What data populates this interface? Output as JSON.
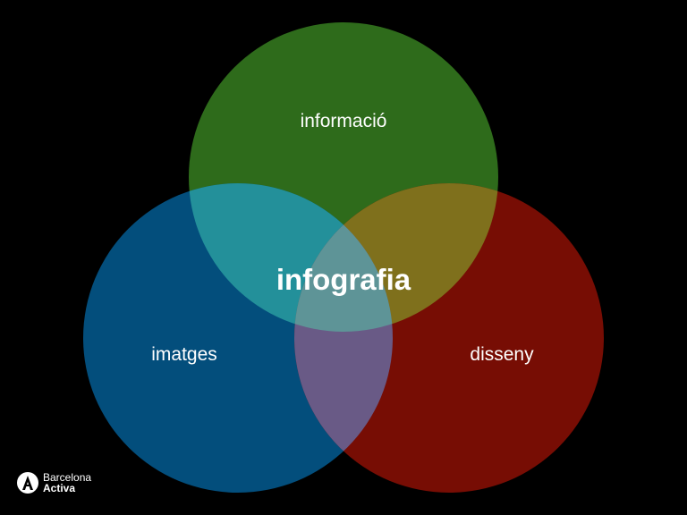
{
  "sets": {
    "top": {
      "label": "informació",
      "color": "#2e6b1b"
    },
    "left": {
      "label": "imatges",
      "color": "#034e7c"
    },
    "right": {
      "label": "disseny",
      "color": "#770d04"
    }
  },
  "overlaps": {
    "top_left": "#23909a",
    "top_right": "#7f701c",
    "left_right": "#695a86",
    "all": "#5e9497"
  },
  "center_label": "infografia",
  "logo": {
    "line1": "Barcelona",
    "line2": "Activa"
  }
}
